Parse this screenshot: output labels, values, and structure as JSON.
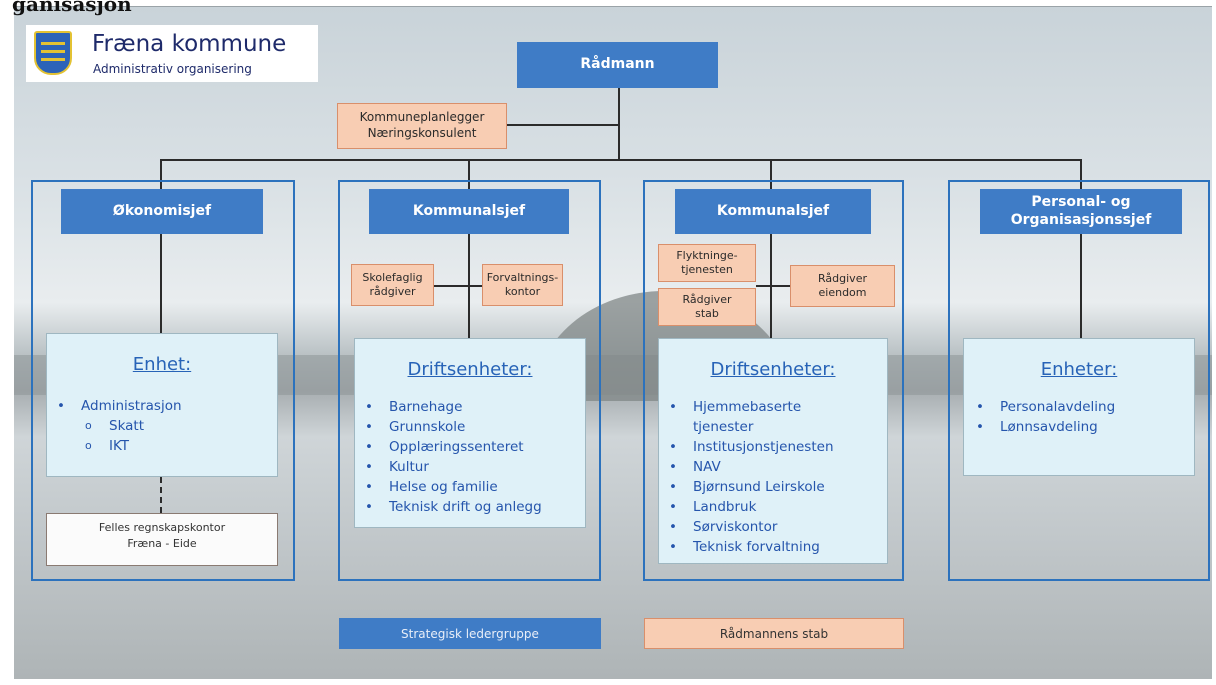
{
  "page_heading_fragment": "ganisasjon",
  "logo": {
    "title": "Fræna kommune",
    "subtitle": "Administrativ organisering"
  },
  "top": {
    "radmann": "Rådmann",
    "staff_box": "Kommuneplanlegger Næringskonsulent"
  },
  "columns": [
    {
      "head": "Økonomisjef",
      "unit_title": "Enhet:",
      "items": [
        "Administrasjon"
      ],
      "subitems": [
        "Skatt",
        "IKT"
      ],
      "extra_box": "Felles regnskapskontor Fræna - Eide"
    },
    {
      "head": "Kommunalsjef",
      "staff_left": "Skolefaglig rådgiver",
      "staff_right": "Forvaltnings-kontor",
      "unit_title": "Driftsenheter:",
      "items": [
        "Barnehage",
        "Grunnskole",
        "Opplæringssenteret",
        "Kultur",
        "Helse og familie",
        "Teknisk drift og anlegg"
      ]
    },
    {
      "head": "Kommunalsjef",
      "staff_left_top": "Flyktninge-tjenesten",
      "staff_left_bottom": "Rådgiver stab",
      "staff_right": "Rådgiver eiendom",
      "unit_title": "Driftsenheter:",
      "items": [
        "Hjemmebaserte",
        "Institusjonstjenesten",
        "NAV",
        "Bjørnsund Leirskole",
        "Landbruk",
        "Sørviskontor",
        "Teknisk forvaltning"
      ],
      "item_continuation": "tjenester"
    },
    {
      "head": "Personal- og Organisasjonssjef",
      "unit_title": "Enheter:",
      "items": [
        "Personalavdeling",
        "Lønnsavdeling"
      ]
    }
  ],
  "legend": {
    "blue": "Strategisk ledergruppe",
    "peach": "Rådmannens stab"
  },
  "colors": {
    "leader_blue": "#3f7cc6",
    "staff_peach": "#f8cdb3",
    "unit_fill": "#dff1f8",
    "frame_blue": "#2c72bd"
  }
}
